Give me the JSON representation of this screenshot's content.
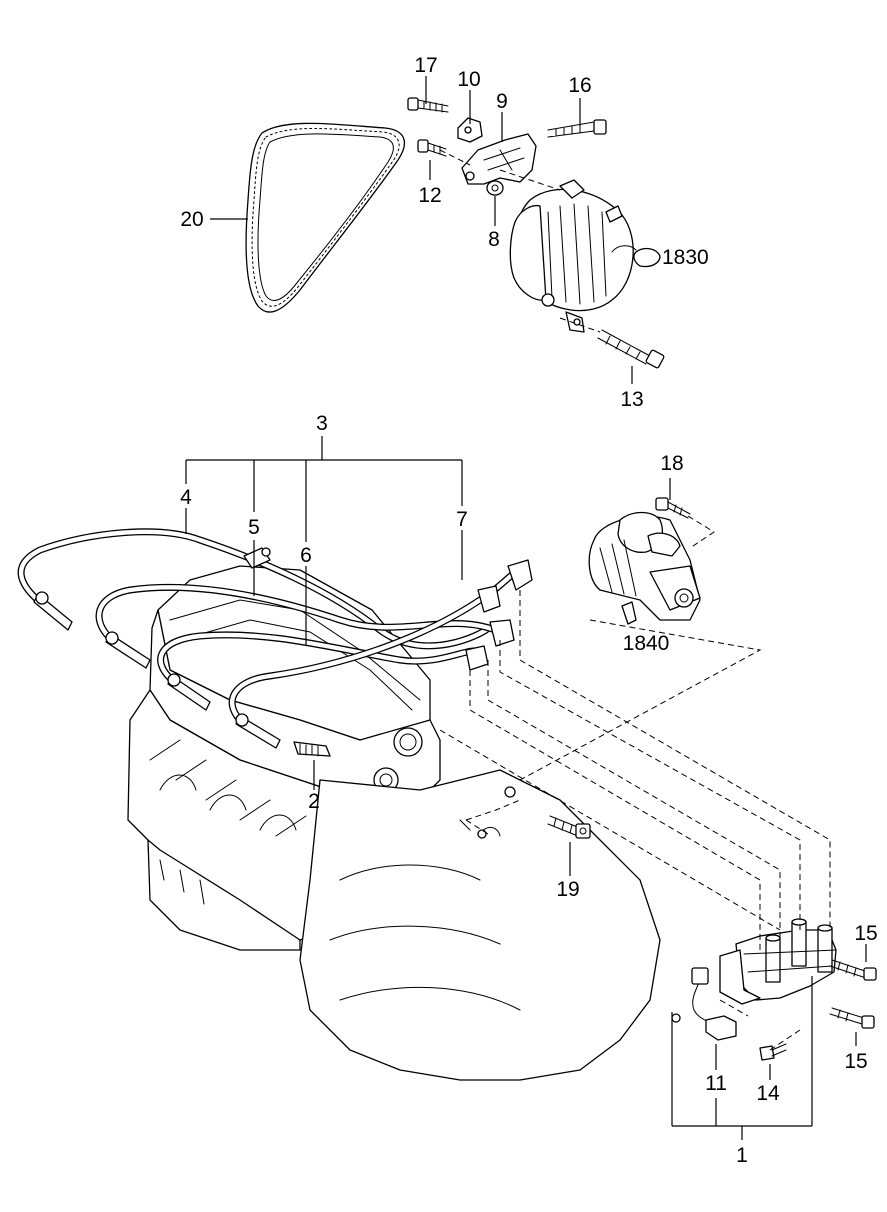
{
  "diagram": {
    "callouts": [
      {
        "id": "c17",
        "text": "17"
      },
      {
        "id": "c10",
        "text": "10"
      },
      {
        "id": "c9",
        "text": "9"
      },
      {
        "id": "c16",
        "text": "16"
      },
      {
        "id": "c12",
        "text": "12"
      },
      {
        "id": "c8",
        "text": "8"
      },
      {
        "id": "c20",
        "text": "20"
      },
      {
        "id": "c1830",
        "text": "1830"
      },
      {
        "id": "c13",
        "text": "13"
      },
      {
        "id": "c3",
        "text": "3"
      },
      {
        "id": "c4",
        "text": "4"
      },
      {
        "id": "c5",
        "text": "5"
      },
      {
        "id": "c6",
        "text": "6"
      },
      {
        "id": "c7",
        "text": "7"
      },
      {
        "id": "c18",
        "text": "18"
      },
      {
        "id": "c1840",
        "text": "1840"
      },
      {
        "id": "c2",
        "text": "2"
      },
      {
        "id": "c19",
        "text": "19"
      },
      {
        "id": "c15a",
        "text": "15"
      },
      {
        "id": "c15b",
        "text": "15"
      },
      {
        "id": "c11",
        "text": "11"
      },
      {
        "id": "c14",
        "text": "14"
      },
      {
        "id": "c1",
        "text": "1"
      }
    ]
  }
}
